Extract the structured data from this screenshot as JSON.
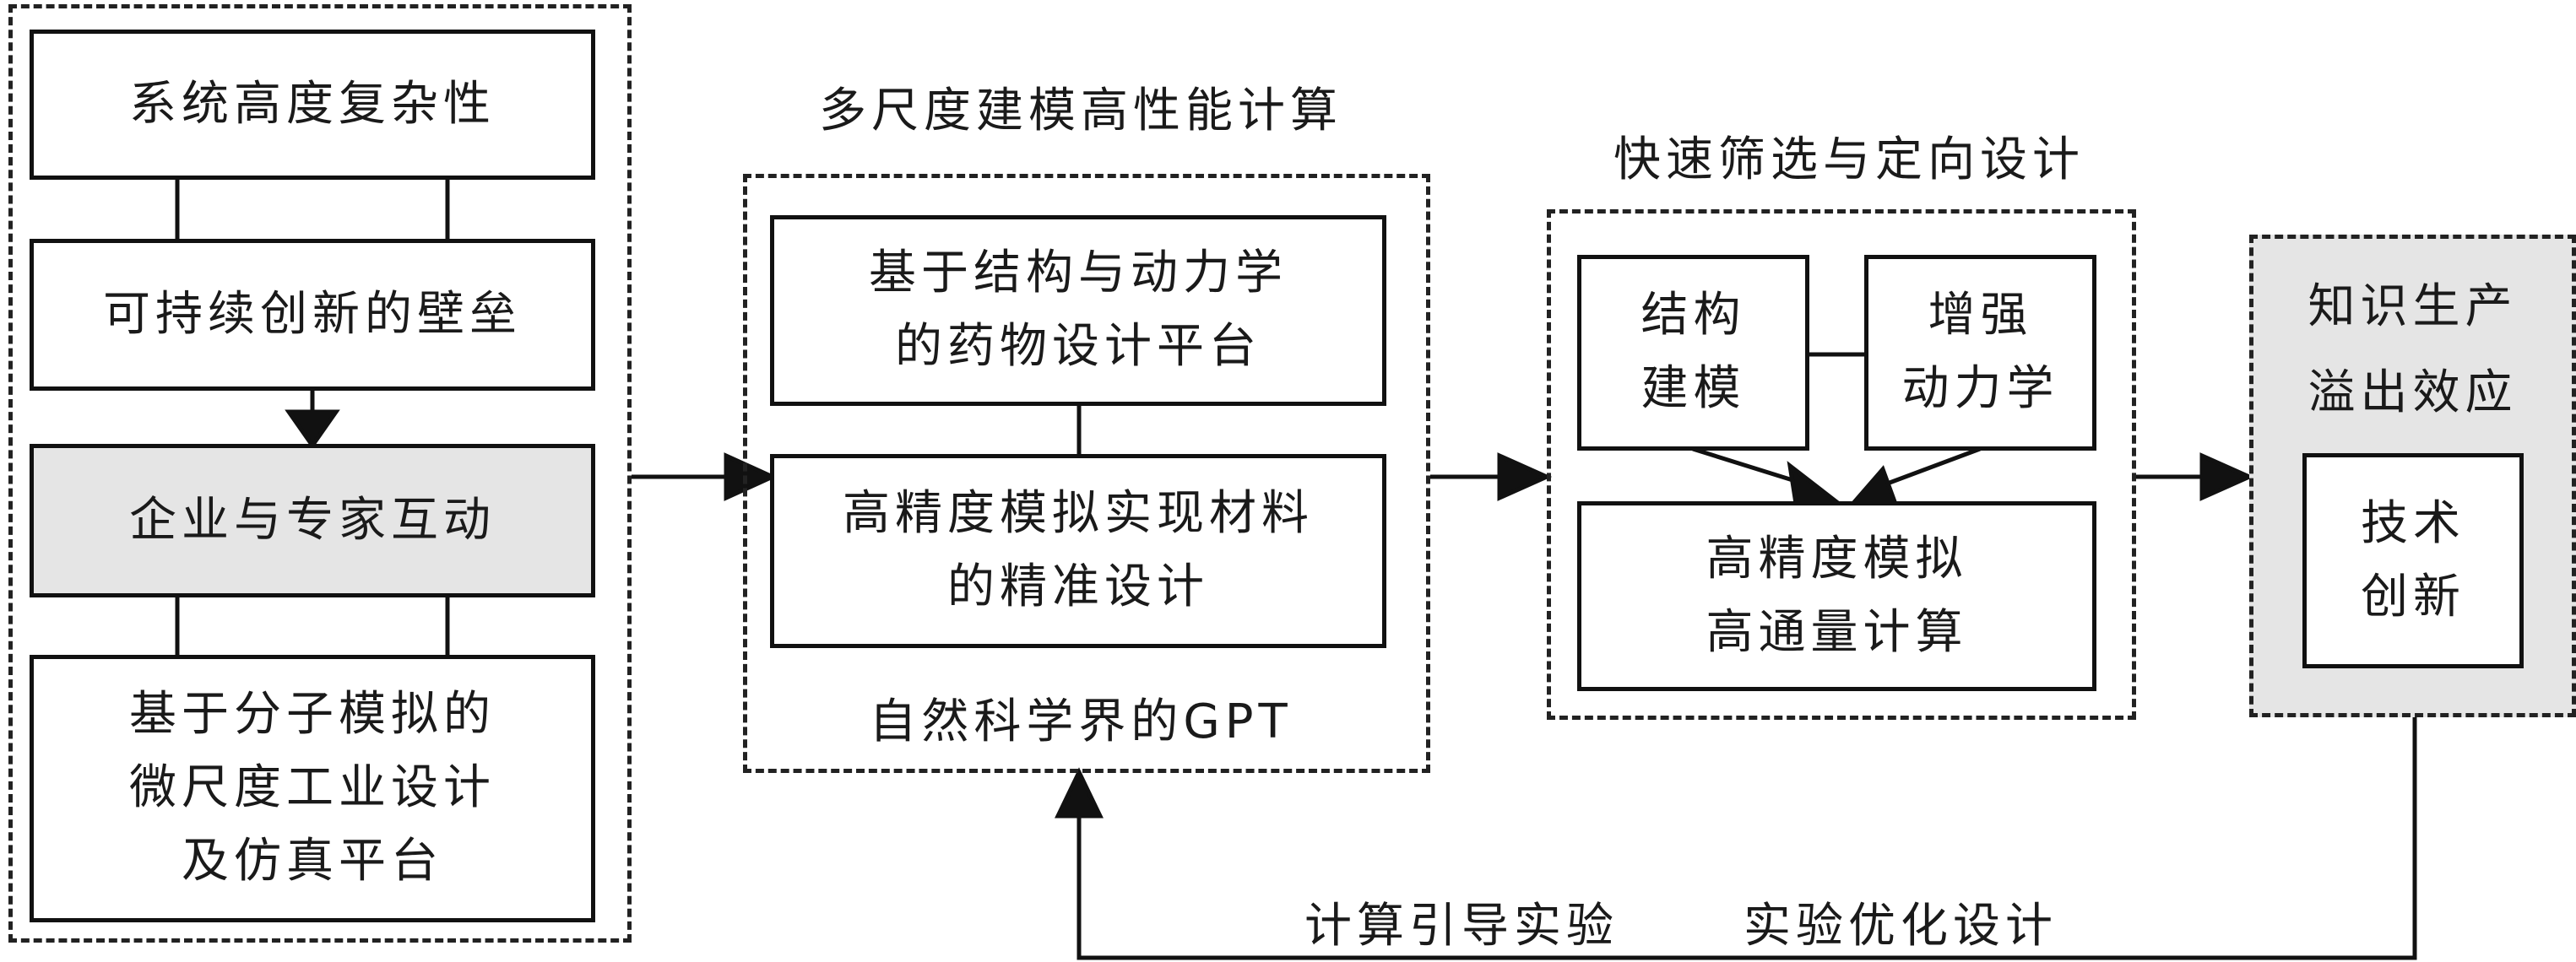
{
  "colors": {
    "stroke": "#111111",
    "highlight_fill": "#e5e5e5",
    "background": "#ffffff"
  },
  "challenges": {
    "box1": "系统高度复杂性",
    "box2": "可持续创新的壁垒",
    "box3": "企业与专家互动",
    "box4": [
      "基于分子模拟的",
      "微尺度工业设计",
      "及仿真平台"
    ]
  },
  "computing": {
    "title": "多尺度建模高性能计算",
    "box1": [
      "基于结构与动力学",
      "的药物设计平台"
    ],
    "box2": [
      "高精度模拟实现材料",
      "的精准设计"
    ],
    "caption": "自然科学界的GPT"
  },
  "screening": {
    "title": "快速筛选与定向设计",
    "box_left": [
      "结构",
      "建模"
    ],
    "box_right": [
      "增强",
      "动力学"
    ],
    "box_bottom": [
      "高精度模拟",
      "高通量计算"
    ]
  },
  "knowledge": {
    "title": [
      "知识生产",
      "溢出效应"
    ],
    "box": [
      "技术",
      "创新"
    ]
  },
  "feedback": {
    "label_left": "计算引导实验",
    "label_right": "实验优化设计"
  }
}
